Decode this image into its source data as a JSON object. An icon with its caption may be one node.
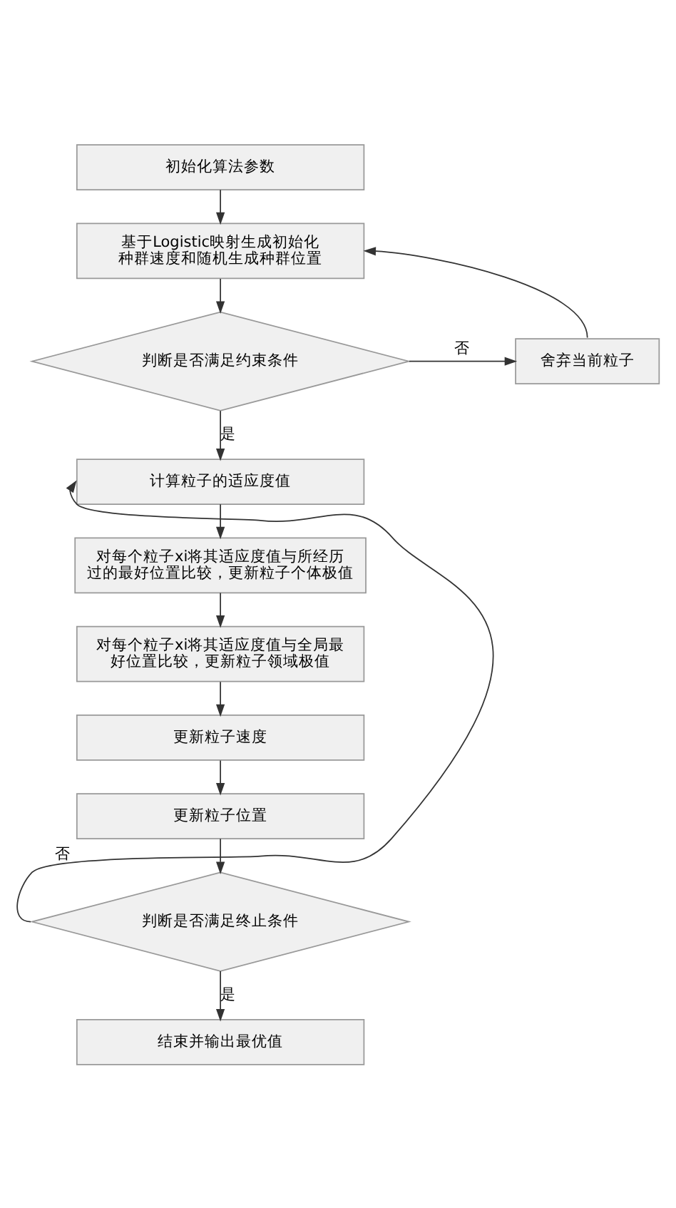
{
  "diagram": {
    "nodes": [
      {
        "text": [
          "初始化算法参数"
        ]
      },
      {
        "text": [
          "基于Logistic映射生成初始化种群速度和随机生成种群位置"
        ]
      },
      {
        "text": [
          "判断是否满足约束条件"
        ]
      },
      {
        "text": [
          "舍弃当前粒子"
        ]
      },
      {
        "text": [
          "计算粒子的适应度值"
        ]
      },
      {
        "text": [
          "对每个粒子xi将其适应度值与所经历过的最好位置比较，更新粒子个体极值"
        ]
      },
      {
        "text": [
          "对每个粒子xi将其适应度值与全局最好位置比较，更新粒子领域极值"
        ]
      },
      {
        "text": [
          "更新粒子速度"
        ]
      },
      {
        "text": [
          "更新粒子位置"
        ]
      },
      {
        "text": [
          "判断是否满足终止条件"
        ]
      },
      {
        "text": [
          "结束并输出最优值"
        ]
      }
    ],
    "edges": [
      {
        "from": 0,
        "to": 1,
        "arrow": "to"
      },
      {
        "from": 1,
        "to": 2,
        "arrow": "to"
      },
      {
        "from": 2,
        "to": 3,
        "arrow": "to",
        "label": "否"
      },
      {
        "from": 3,
        "to": 1,
        "arrow": "to"
      },
      {
        "from": 2,
        "to": 4,
        "arrow": "to",
        "label": "是"
      },
      {
        "from": 4,
        "to": 5,
        "arrow": "to"
      },
      {
        "from": 5,
        "to": 6,
        "arrow": "to"
      },
      {
        "from": 6,
        "to": 7,
        "arrow": "to"
      },
      {
        "from": 7,
        "to": 8,
        "arrow": "to"
      },
      {
        "from": 8,
        "to": 9,
        "arrow": "to"
      },
      {
        "from": 9,
        "to": 4,
        "arrow": "to",
        "label": "否"
      },
      {
        "from": 9,
        "to": 10,
        "arrow": "to",
        "label": "是"
      }
    ]
  }
}
